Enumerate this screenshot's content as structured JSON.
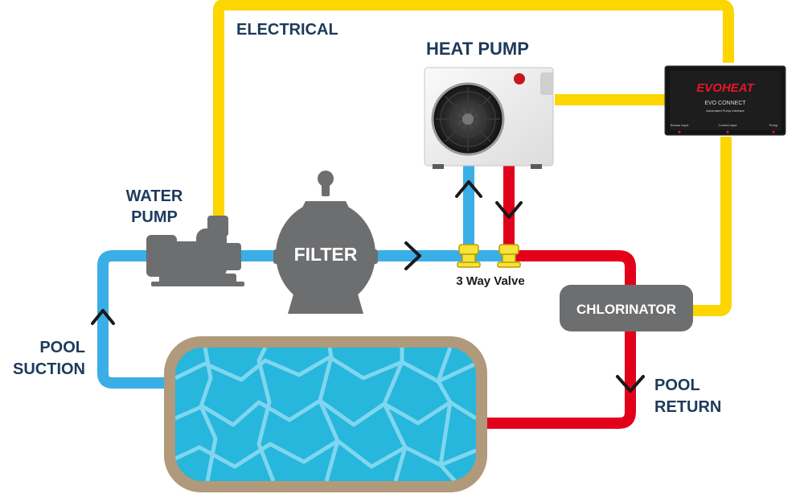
{
  "labels": {
    "electrical": "ELECTRICAL",
    "heat_pump": "HEAT PUMP",
    "water_pump_line1": "WATER",
    "water_pump_line2": "PUMP",
    "filter": "FILTER",
    "valve": "3 Way Valve",
    "chlorinator": "CHLORINATOR",
    "pool_suction_line1": "POOL",
    "pool_suction_line2": "SUCTION",
    "pool_return_line1": "POOL",
    "pool_return_line2": "RETURN"
  },
  "controller": {
    "brand": "EVOHEAT",
    "model": "EVO CONNECT",
    "tagline": "Automated Pump Interface",
    "ports": [
      "Sensor Input",
      "Control Input",
      "Pump"
    ]
  },
  "colors": {
    "electrical": "#fdd600",
    "suction_pipe": "#3aaee6",
    "return_pipe": "#e3001b",
    "text": "#1d3a5c",
    "equipment": "#6d6e70",
    "pool_water": "#27b6dc",
    "pool_rim": "#b09a7b"
  }
}
